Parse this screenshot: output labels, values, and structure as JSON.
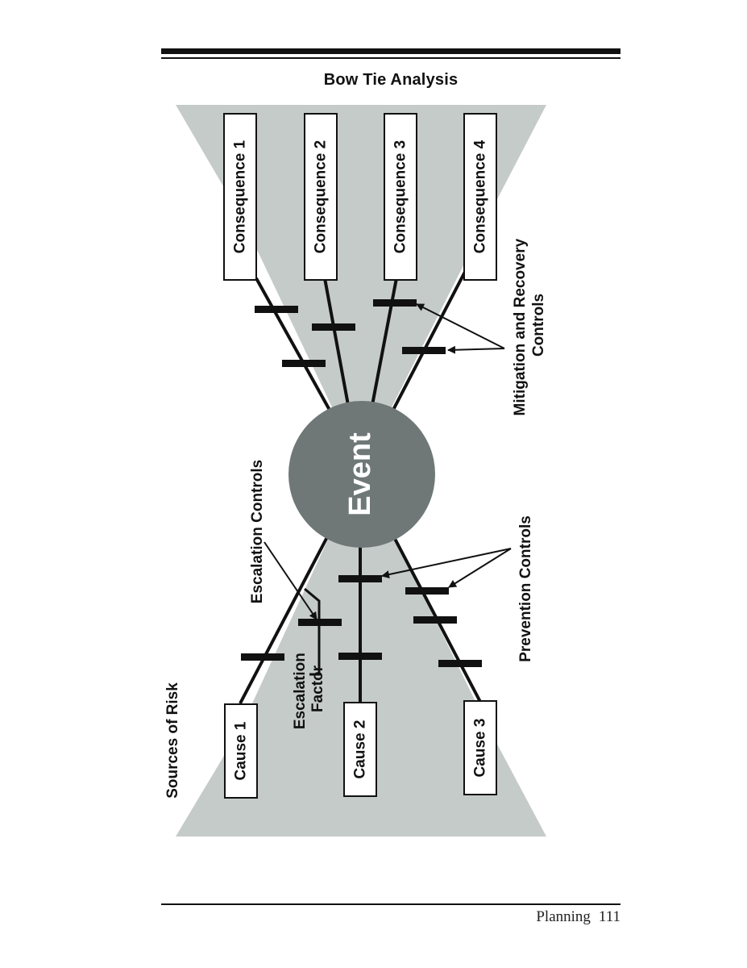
{
  "header": {
    "title": "Bow Tie Analysis"
  },
  "diagram": {
    "event": "Event",
    "consequences": [
      "Consequence 1",
      "Consequence 2",
      "Consequence 3",
      "Consequence 4"
    ],
    "causes": [
      "Cause 1",
      "Cause 2",
      "Cause 3"
    ],
    "labels": {
      "mitigation": "Mitigation and Recovery Controls",
      "prevention": "Prevention Controls",
      "escalation_controls": "Escalation Controls",
      "escalation_factor": "Escalation Factor",
      "sources_of_risk": "Sources of Risk"
    },
    "colors": {
      "shape_fill": "#c5cbc9",
      "event_fill": "#6f7877",
      "line": "#111111"
    }
  },
  "footer": {
    "section": "Planning",
    "page": "111"
  }
}
